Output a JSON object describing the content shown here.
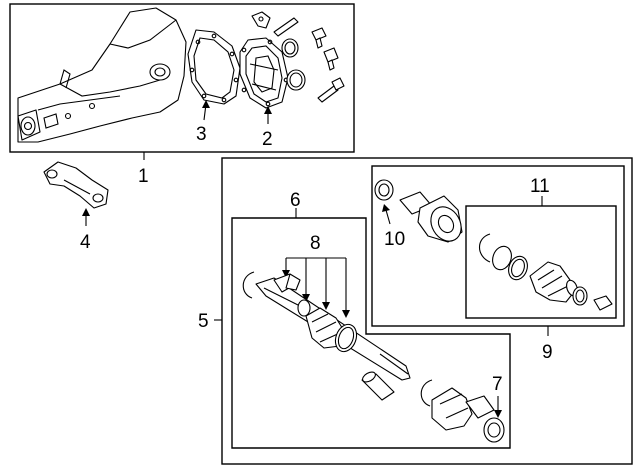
{
  "callouts": {
    "c1": "1",
    "c2": "2",
    "c3": "3",
    "c4": "4",
    "c5": "5",
    "c6": "6",
    "c7": "7",
    "c8": "8",
    "c9": "9",
    "c10": "10",
    "c11": "11"
  },
  "colors": {
    "line": "#000000",
    "background": "#ffffff"
  },
  "parts": [
    "differential-carrier",
    "cover-gasket",
    "differential-cover",
    "plug-seals",
    "mount-bracket",
    "axle-assembly",
    "axle-shaft",
    "boot-kit",
    "inner-joint-kit",
    "boot-clamps"
  ]
}
